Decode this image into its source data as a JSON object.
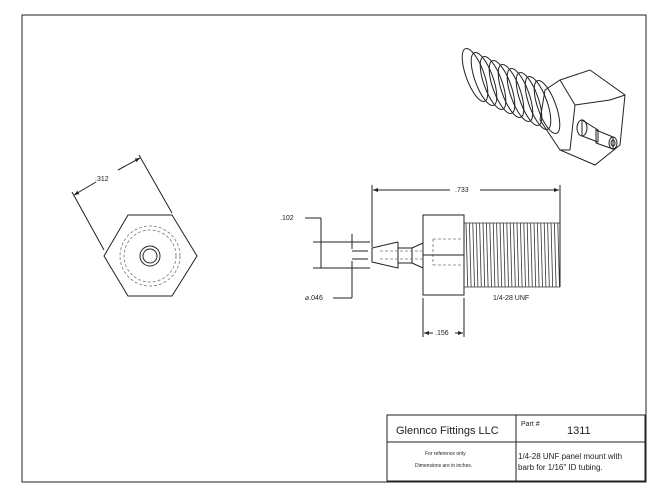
{
  "drawing": {
    "dimensions": {
      "overall_length": ".733",
      "hex_width": ".312",
      "barb_od": ".102",
      "bore": "⌀.046",
      "hex_thickness": ".156",
      "thread": "1/4-28 UNF"
    }
  },
  "title_block": {
    "company": "Glennco Fittings LLC",
    "part_label": "Part #",
    "part_number": "1311",
    "note_line1": "For reference only",
    "note_line2": "Dimensions are in inches.",
    "description_line1": "1/4-28 UNF panel mount with",
    "description_line2": "barb for 1/16\" ID tubing."
  }
}
